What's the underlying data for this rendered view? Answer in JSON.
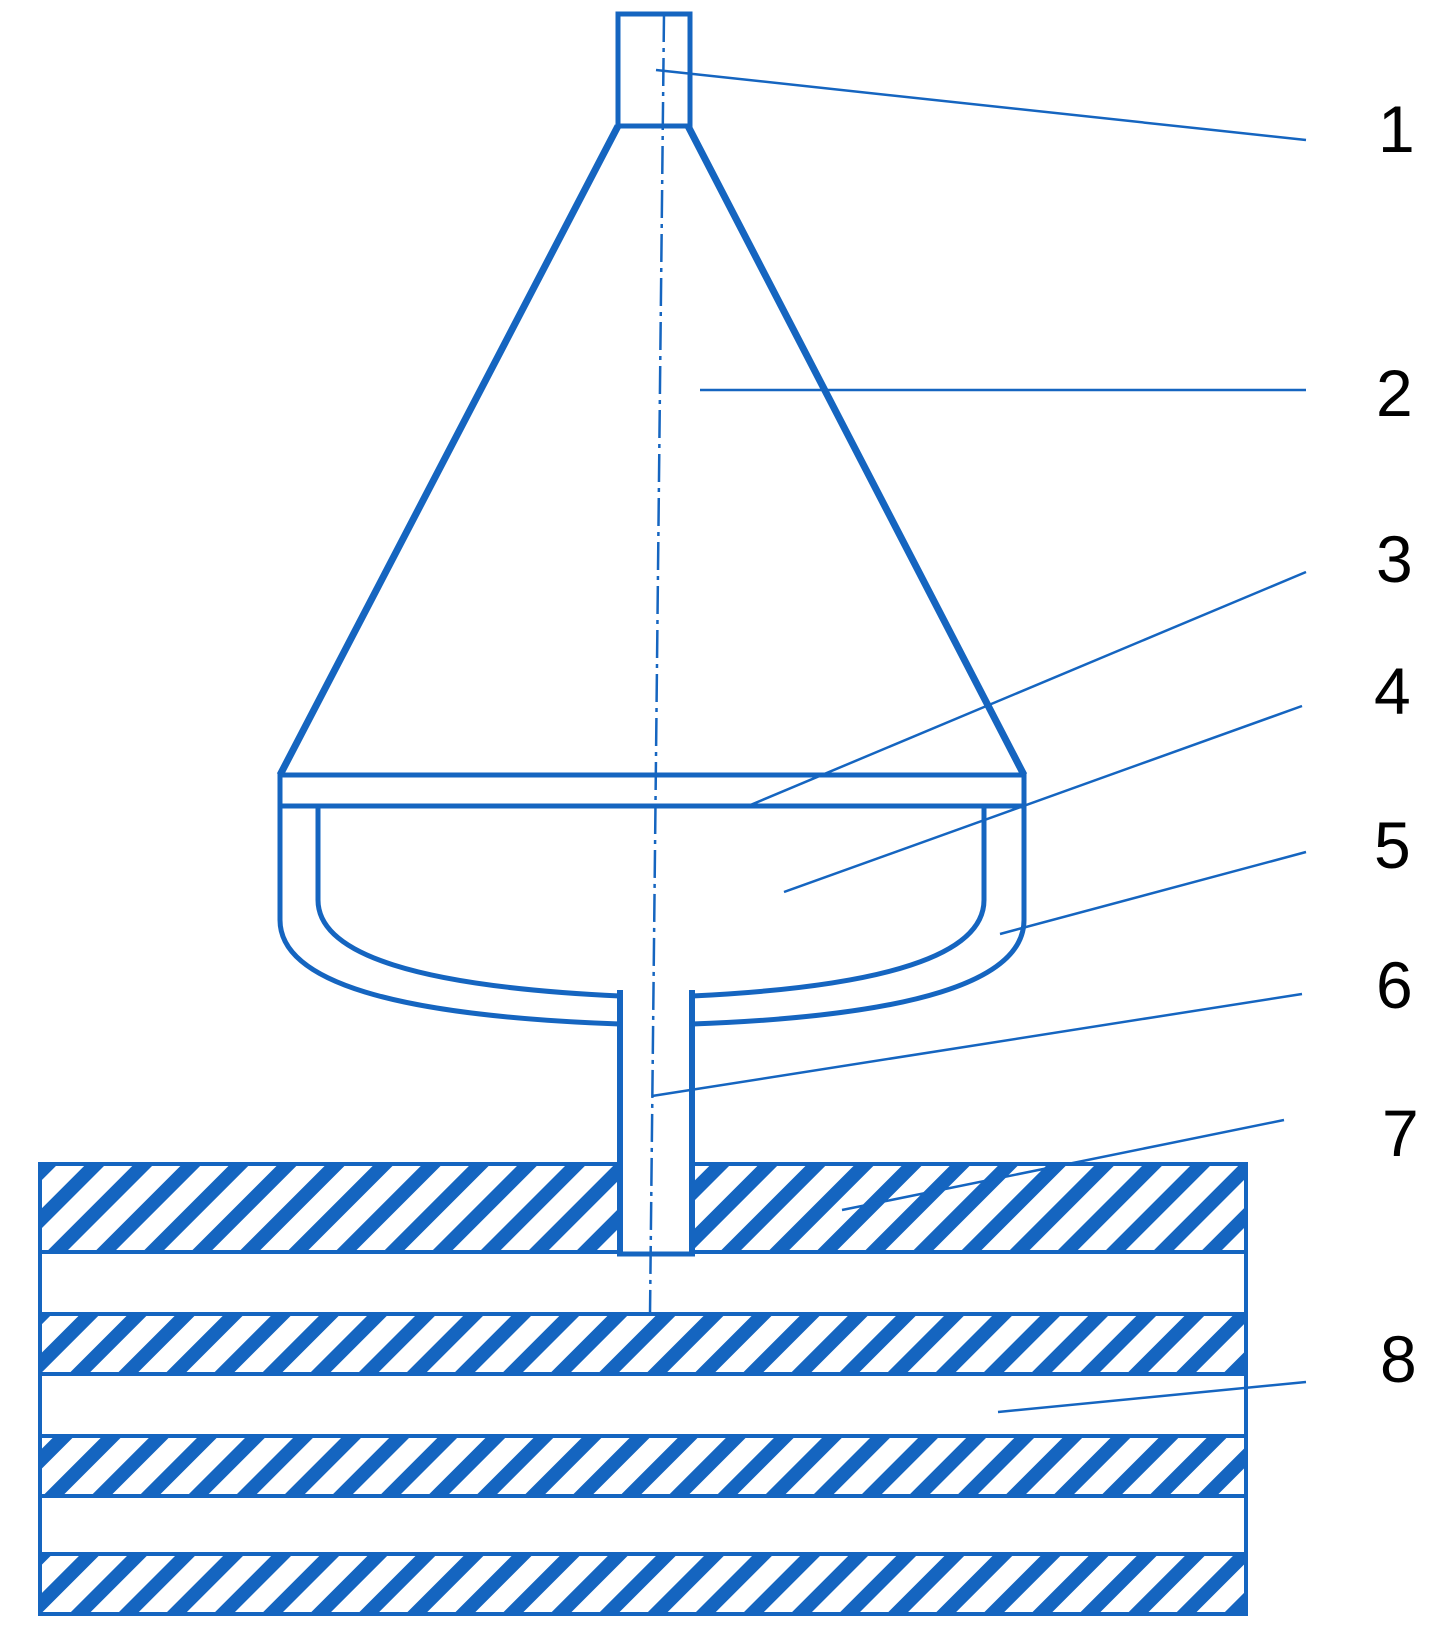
{
  "diagram": {
    "line_color": "#1565C0",
    "text_color": "#000000",
    "background": "#FFFFFF",
    "callouts": [
      {
        "label": "1"
      },
      {
        "label": "2"
      },
      {
        "label": "3"
      },
      {
        "label": "4"
      },
      {
        "label": "5"
      },
      {
        "label": "6"
      },
      {
        "label": "7"
      },
      {
        "label": "8"
      }
    ]
  }
}
